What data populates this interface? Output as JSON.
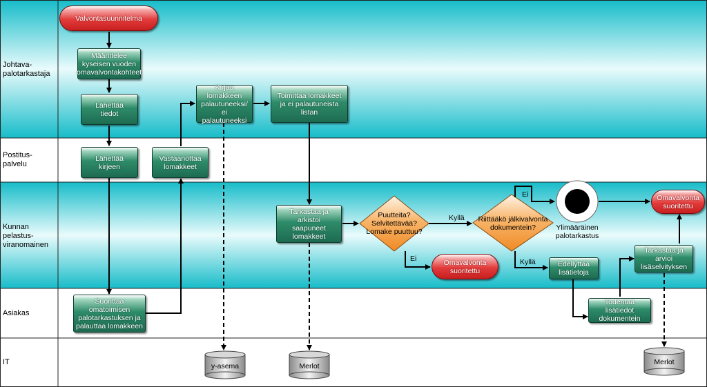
{
  "lanes": [
    {
      "label": "Johtava-\npalotarkastaja"
    },
    {
      "label": "Postitus-\npalvelu"
    },
    {
      "label": "Kunnan\npelastus-\nviranomainen"
    },
    {
      "label": "Asiakas"
    },
    {
      "label": "IT"
    }
  ],
  "nodes": {
    "start": "Valvontasuunnitelma",
    "define": "Määrittelee\nkyseisen vuoden\nomavalvontakohteet",
    "send_info": "Lähettää\ntiedot",
    "send_letter": "Lähettää\nkirjeen",
    "receive_forms": "Vastaanottaa\nlomakkeet",
    "record": "Kirjaa\nlomakkeen\npalautuneeksi/\nei palautuneeksi",
    "deliver": "Toimittaa lomakkeet\nja ei palautuneista listan",
    "inspect_archive": "Tarkastaa ja arkistoi\nsaapuneet\nlomakkeet",
    "customer_inspect": "Suorittaa omatoimisen\npalotarkastuksen ja\npalauttaa lomakkeen",
    "require_info": "Edellyttää\nlisätietoja",
    "verify_docs": "Todentaa lisätiedot\ndokumentein",
    "assess": "Tarkastaa ja arvioi\nlisäselvityksen",
    "end_top": "Omavalvonta\nsuoritettu",
    "end_mid": "Omavalvonta\nsuoritettu",
    "extra_inspection": "Ylimääräinen\npalotarkastus"
  },
  "decisions": {
    "missing": "Puutteita?\nSelvitettävää?\nLomake puuttuu?",
    "sufficient": "Riittääkö jälkivalvonta\ndokumentein?"
  },
  "edge_labels": {
    "yes1": "Kyllä",
    "no1": "Ei",
    "no2": "Ei",
    "yes2": "Kyllä"
  },
  "databases": {
    "y_asema": "y-asema",
    "merlot1": "Merlot",
    "merlot2": "Merlot"
  },
  "colors": {
    "lane_band": "#3fc9d4",
    "process": "#1d6b51",
    "terminal": "#d92b2b",
    "decision": "#f39a3c"
  }
}
